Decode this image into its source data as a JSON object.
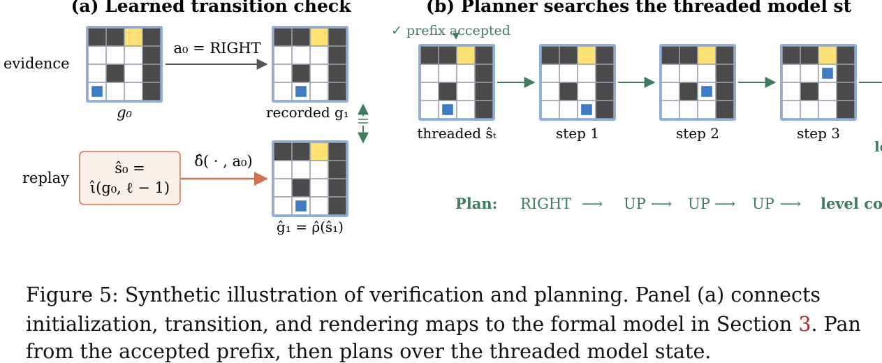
{
  "colors": {
    "wall": "#4a4a4a",
    "floor": "#ffffff",
    "goal": "#ffe075",
    "agent": "#3d7cc4",
    "frame": "#8eaedb",
    "green": "#3e7c5e",
    "orange": "#d0714f",
    "orange_fill": "#fbefe9",
    "dark_arrow": "#555555"
  },
  "panel_a": {
    "title": "(a) Learned transition check",
    "evidence_label": "evidence",
    "replay_label": "replay",
    "action_label": "a₀ = RIGHT",
    "g0_label": "g₀",
    "recorded_label": "recorded g₁",
    "init_line1": "ŝ₀ =",
    "init_line2": "ι̂(g₀, ℓ − 1)",
    "delta_label": "δ̂( · , a₀)",
    "g1hat_label": "ĝ₁ = ρ̂(ŝ₁)"
  },
  "panel_b": {
    "title": "(b) Planner searches the threaded model st",
    "prefix_label": "✓ prefix accepted",
    "state_labels": [
      "threaded ŝₜ",
      "step 1",
      "step 2",
      "step 3"
    ],
    "cut_label": "le",
    "plan_label": "Plan:",
    "plan_steps": [
      "RIGHT",
      "UP",
      "UP",
      "UP"
    ],
    "plan_end": "level co",
    "arrow_glyph": "⟶"
  },
  "grids": {
    "g0": [
      "WWGW",
      "...W",
      ".W.W",
      "A..W"
    ],
    "g1": [
      "WWGW",
      "...W",
      ".W.W",
      ".A.W"
    ],
    "g1hat": [
      "WWGW",
      "...W",
      ".W.W",
      ".A.W"
    ],
    "threaded": [
      "WWGW",
      "...W",
      ".W.W",
      ".A.W"
    ],
    "step1": [
      "WWGW",
      "...W",
      ".W.W",
      "..AW"
    ],
    "step2": [
      "WWGW",
      "...W",
      ".WAW",
      "...W"
    ],
    "step3": [
      "WWGW",
      "..AW",
      ".W.W",
      "...W"
    ]
  },
  "caption": {
    "line1": "Figure 5:  Synthetic illustration of verification and planning.  Panel (a) connects",
    "line2_a": "initialization, transition, and rendering maps to the formal model in Section ",
    "line2_ref": "3",
    "line2_b": ".  Pan",
    "line3": "from the accepted prefix, then plans over the threaded model state."
  }
}
